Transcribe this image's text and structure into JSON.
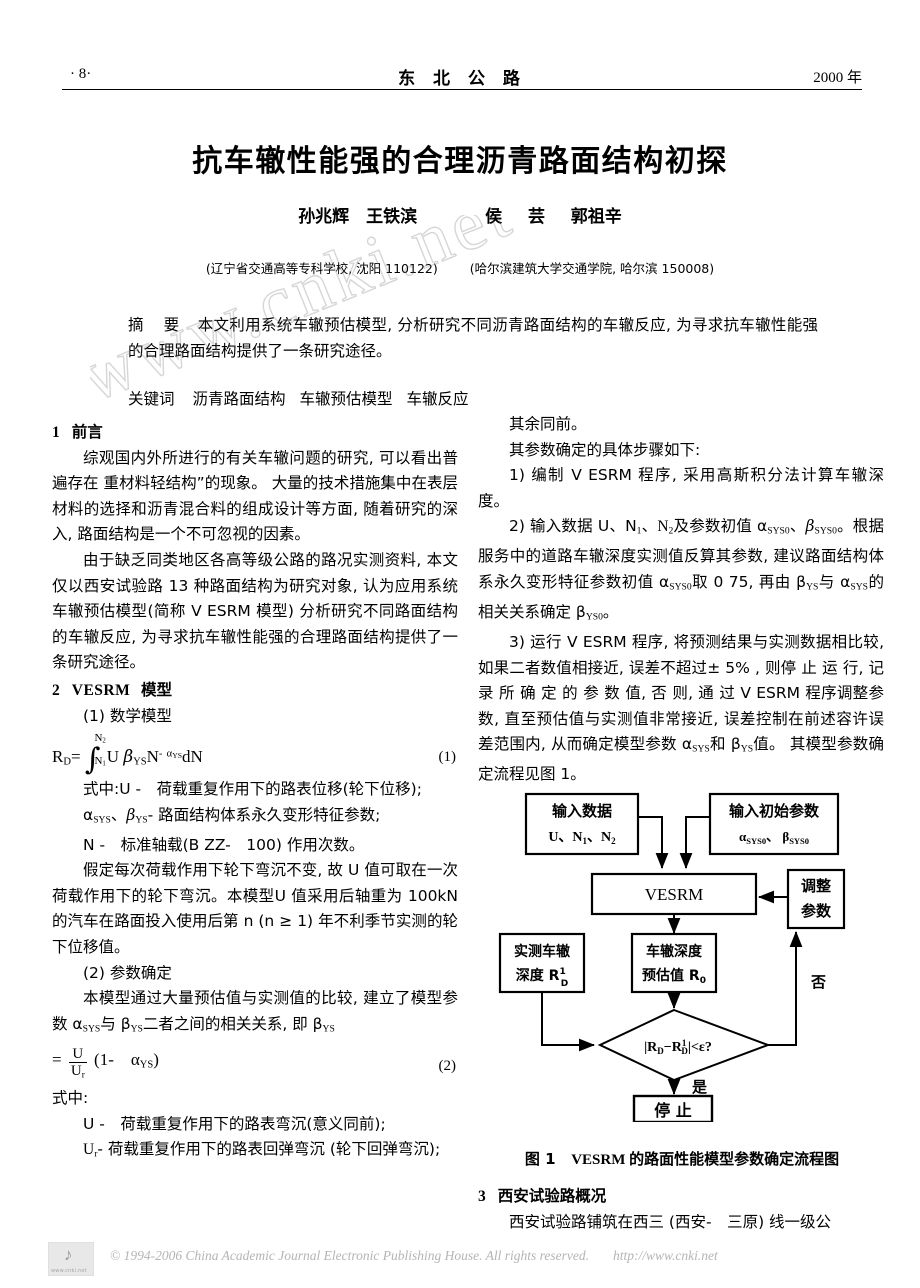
{
  "running_head": {
    "page_number": "· 8·",
    "journal": "东 北 公 路",
    "year": "2000 年"
  },
  "title": "抗车辙性能强的合理沥青路面结构初探",
  "authors": {
    "group1": "孙兆辉　王铁滨",
    "group2_a": "侯",
    "group2_b": "芸",
    "group2_c": "郭祖辛"
  },
  "affiliations": {
    "first": "(辽宁省交通高等专科学校, 沈阳 110122)",
    "second": "(哈尔滨建筑大学交通学院, 哈尔滨 150008)"
  },
  "abstract": {
    "label": "摘　要",
    "text": "本文利用系统车辙预估模型, 分析研究不同沥青路面结构的车辙反应, 为寻求抗车辙性能强的合理路面结构提供了一条研究途径。"
  },
  "keywords": {
    "label": "关键词",
    "items": [
      "沥青路面结构",
      "车辙预估模型",
      "车辙反应"
    ]
  },
  "left_column": {
    "section1_num": "1",
    "section1_title": "前言",
    "p1": "综观国内外所进行的有关车辙问题的研究, 可以看出普遍存在 重材料轻结构”的现象。 大量的技术措施集中在表层材料的选择和沥青混合料的组成设计等方面, 随着研究的深入, 路面结构是一个不可忽视的因素。",
    "p2": "由于缺乏同类地区各高等级公路的路况实测资料, 本文仅以西安试验路 13 种路面结构为研究对象, 认为应用系统车辙预估模型(简称 V ESRM 模型) 分析研究不同路面结构的车辙反应, 为寻求抗车辙性能强的合理路面结构提供了一条研究途径。",
    "section2_num": "2",
    "section2_title_en": "VESRM",
    "section2_title_cn": "模型",
    "sub1": "(1) 数学模型",
    "formula1": {
      "lhs": "R",
      "lhs_sub": "D",
      "eq": "=",
      "int_upper": "N",
      "int_upper_sub": "2",
      "int_lower": "N",
      "int_lower_sub": "1",
      "body_u": "U",
      "beta": "β",
      "beta_sub": "YS",
      "n": "N",
      "exp_minus": "-",
      "alpha": "α",
      "alpha_sub": "YS",
      "dn": "dN",
      "number": "(1)"
    },
    "def_intro": "式中:",
    "def_u": "U -　荷载重复作用下的路表位移(轮下位移);",
    "def_ab": "- 路面结构体系永久变形特征参数;",
    "def_n": "N -　标准轴载(B ZZ-　100) 作用次数。",
    "p3": "假定每次荷载作用下轮下弯沉不变, 故 U 值可取在一次荷载作用下的轮下弯沉。本模型U 值采用后轴重为 100kN 的汽车在路面投入使用后第 n (n ≥ 1) 年不利季节实测的轮下位移值。",
    "sub2": "(2) 参数确定",
    "p4_a": "本模型通过大量预估值与实测值的比较, 建立了模型参数 α",
    "p4_b": "与 β",
    "p4_c": "二者之间的相关关系, 即 β",
    "formula2": {
      "beta": "β",
      "beta_sub": "YS",
      "eq": "=",
      "num": "U",
      "den": "U",
      "den_sub": "r",
      "rhs": "(1-　α",
      "rhs_sub": "YS",
      "rhs_end": ")",
      "number": "(2)"
    },
    "def2_intro": "式中:",
    "def2_u": "U -　荷载重复作用下的路表弯沉(意义同前);",
    "def2_ur": "- 荷载重复作用下的路表回弹弯沉 (轮下回弹弯沉);"
  },
  "right_column": {
    "p1": "其余同前。",
    "p2": "其参数确定的具体步骤如下:",
    "p3": "1) 编制 V ESRM 程序, 采用高斯积分法计算车辙深度。",
    "p4_a": "2) 输入数据 U、N",
    "p4_b": "及参数初值 α",
    "p4_c": "根据服务中的道路车辙深度实测值反算其参数, 建议路面结构体系永久变形特征参数初值 α",
    "p4_d": "取 0 75, 再由 β",
    "p4_e": "与 α",
    "p4_f": "的相关关系确定 β",
    "p5": "3) 运行 V ESRM 程序, 将预测结果与实测数据相比较, 如果二者数值相接近, 误差不超过± 5% , 则停 止 运 行, 记 录 所 确 定 的 参 数 值, 否 则, 通 过 V ESRM 程序调整参数, 直至预估值与实测值非常接近, 误差控制在前述容许误差范围内, 从而确定模型参数 α",
    "p5_b": "和 β",
    "p5_c": "值。 其模型参数确定流程见图 1。",
    "section3_num": "3",
    "section3_title": "西安试验路概况",
    "p6": "西安试验路铺筑在西三 (西安-　三原) 线一级公"
  },
  "figure": {
    "caption_num": "图 1",
    "caption_text": "VESRM 的路面性能模型参数确定流程图",
    "nodes": {
      "input_data_l1": "输入数据",
      "input_data_l2_u": "U",
      "input_data_l2_n1": "N",
      "input_data_l2_n1_sub": "1",
      "input_data_l2_n2": "N",
      "input_data_l2_n2_sub": "2",
      "input_params_l1": "输入初始参数",
      "input_params_alpha": "α",
      "input_params_alpha_sub": "SYS0",
      "input_params_beta": "β",
      "input_params_beta_sub": "SYS0",
      "vesrm": "VESRM",
      "adjust_l1": "调整",
      "adjust_l2": "参数",
      "measured_l1": "实测车辙",
      "measured_l2": "深度 R",
      "measured_sup": "1",
      "measured_sub": "D",
      "predicted_l1": "车辙深度",
      "predicted_l2": "预估值 R",
      "predicted_sub": "0",
      "decision_lhs": "R",
      "decision_lhs_sub": "D",
      "decision_minus": "−",
      "decision_rhs": "R",
      "decision_rhs_sup": "1",
      "decision_rhs_sub": "D",
      "decision_cmp": "<",
      "decision_eps": "ε",
      "decision_q": "?",
      "stop": "停　止"
    },
    "labels": {
      "no": "否",
      "yes": "是"
    }
  },
  "watermark": "www.cnki.net",
  "footer": {
    "copyright": "© 1994-2006 China Academic Journal Electronic Publishing House. All rights reserved.",
    "url": "http://www.cnki.net",
    "logo_text": "www.cnki.net"
  }
}
